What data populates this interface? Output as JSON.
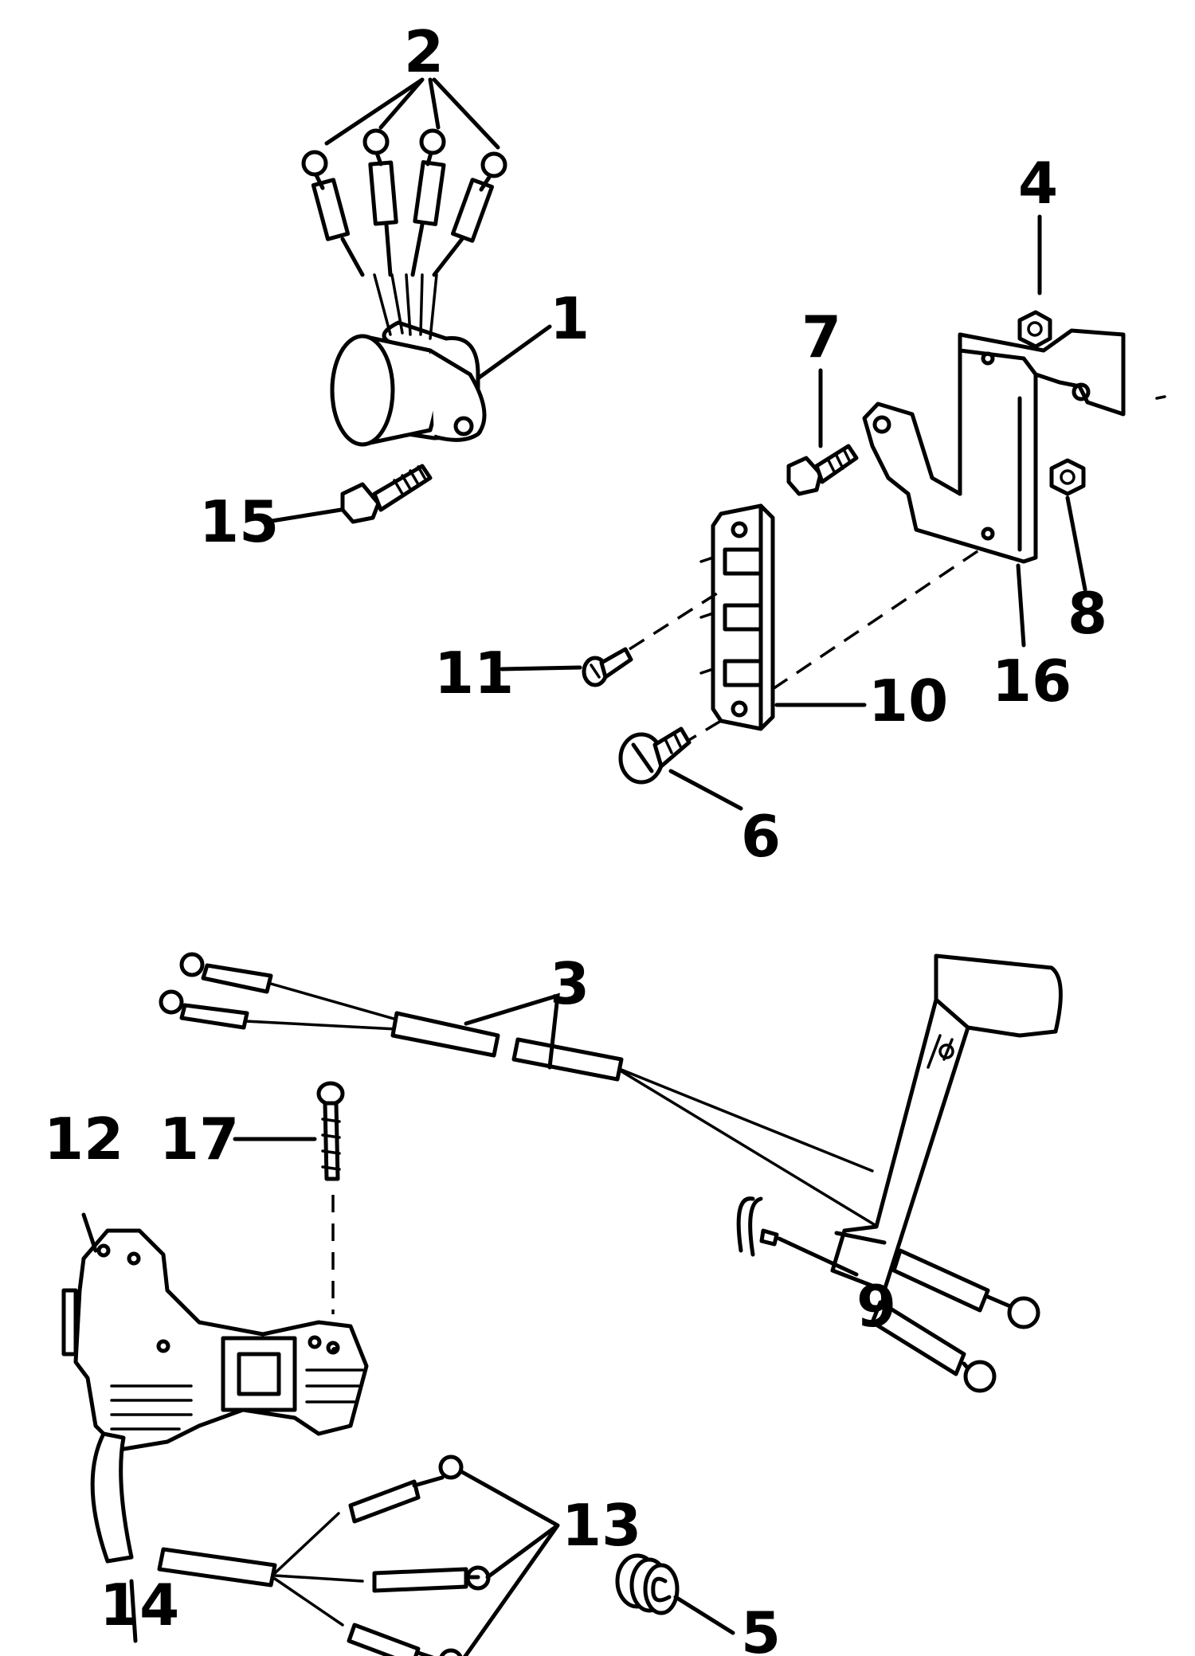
{
  "labels": {
    "p1": "1",
    "p2": "2",
    "p3": "3",
    "p4": "4",
    "p5": "5",
    "p6": "6",
    "p7": "7",
    "p8": "8",
    "p9": "9",
    "p10": "10",
    "p11": "11",
    "p12": "12",
    "p13": "13",
    "p14": "14",
    "p15": "15",
    "p16": "16",
    "p17": "17"
  },
  "colors": {
    "ink": "#000000",
    "paper": "#ffffff"
  }
}
